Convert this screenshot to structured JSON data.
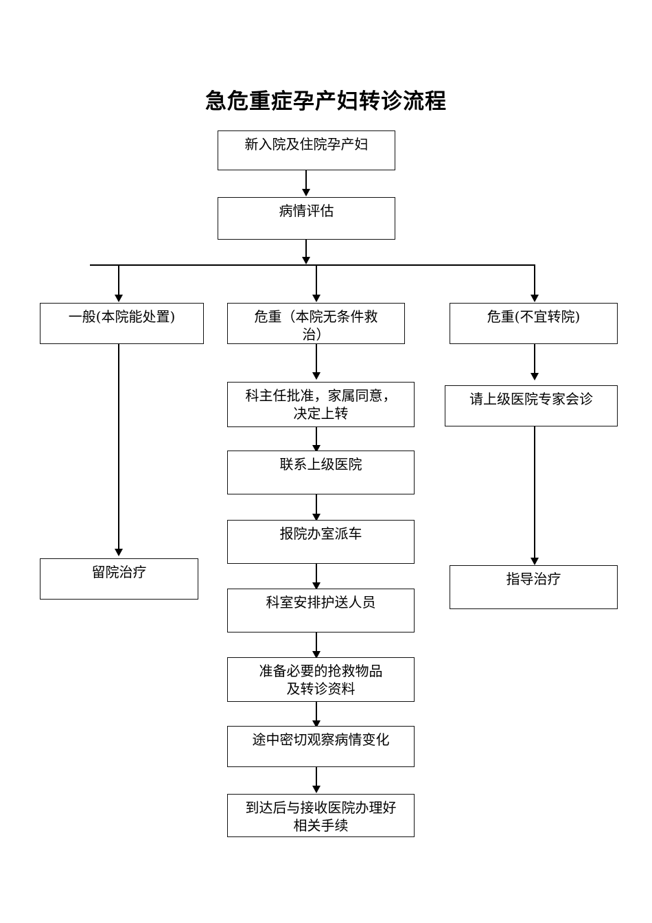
{
  "document": {
    "title": "急危重症孕产妇转诊流程",
    "type": "flowchart",
    "language": "zh-CN"
  },
  "flowchart": {
    "nodes": [
      {
        "id": "intake",
        "label": "新入院及住院孕产妇",
        "column": "center"
      },
      {
        "id": "assessment",
        "label": "病情评估",
        "column": "center"
      },
      {
        "id": "branch-mild",
        "label": "一般(本院能处置)",
        "column": "left"
      },
      {
        "id": "branch-severe-transfer",
        "label": "危重（本院无条件救\n治）",
        "column": "middle"
      },
      {
        "id": "branch-severe-stay",
        "label": "危重(不宜转院)",
        "column": "right"
      },
      {
        "id": "approval",
        "label": "科主任批准，家属同意，\n决定上转",
        "column": "middle"
      },
      {
        "id": "contact",
        "label": "联系上级医院",
        "column": "middle"
      },
      {
        "id": "dispatch",
        "label": "报院办室派车",
        "column": "middle"
      },
      {
        "id": "escort",
        "label": "科室安排护送人员",
        "column": "middle"
      },
      {
        "id": "supplies",
        "label": "准备必要的抢救物品\n及转诊资料",
        "column": "middle"
      },
      {
        "id": "monitor",
        "label": "途中密切观察病情变化",
        "column": "middle"
      },
      {
        "id": "handover",
        "label": "到达后与接收医院办理好\n相关手续",
        "column": "middle"
      },
      {
        "id": "consult",
        "label": "请上级医院专家会诊",
        "column": "right"
      },
      {
        "id": "stay-treat",
        "label": "留院治疗",
        "column": "left"
      },
      {
        "id": "guide-treat",
        "label": "指导治疗",
        "column": "right"
      }
    ],
    "colors": {
      "line": "#000000",
      "box_border": "#111111",
      "box_fill": "#ffffff",
      "text": "#000000"
    }
  }
}
